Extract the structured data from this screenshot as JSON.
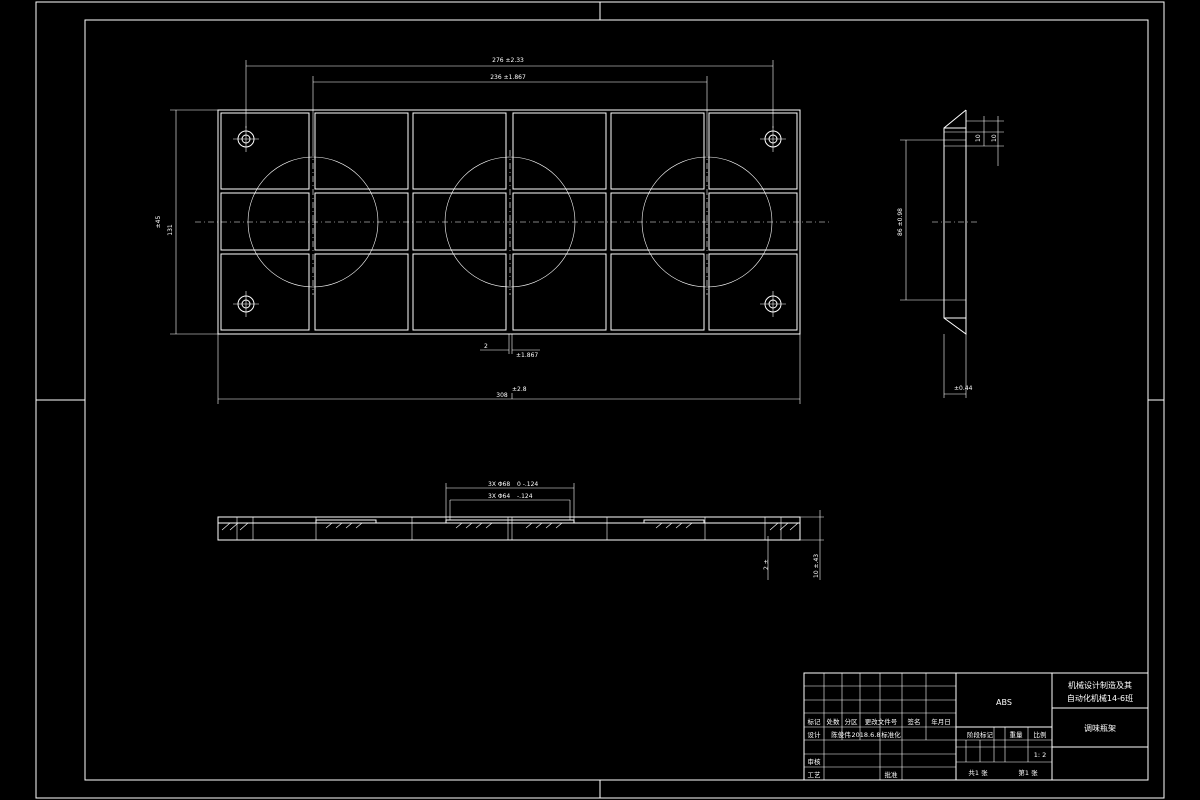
{
  "dims": {
    "top_outer": "276 ±2.33",
    "top_inner": "236 ±1.867",
    "height_left_a": "±45",
    "height_left_b": "131",
    "bottom_width": "308",
    "bottom_tol": "±2.8",
    "rib": "2",
    "rib_tol": "±1.867",
    "side_height": "86 ±0.98",
    "side_top_a": "10",
    "side_top_b": "10",
    "side_bottom": "±0.44",
    "holes_outer": "3X Φ68",
    "holes_outer_tol": "0\n-.124",
    "holes_inner": "3X Φ64",
    "holes_inner_tol": "-.124",
    "front_left": "2 ±",
    "front_right": "10 ±.43"
  },
  "title_block": {
    "material": "ABS",
    "school_line1": "机械设计制造及其",
    "school_line2": "自动化机械14-6班",
    "part_name": "调味瓶架",
    "hdr_mark": "标记",
    "hdr_count": "处数",
    "hdr_zone": "分区",
    "hdr_docno": "更改文件号",
    "hdr_sign": "签名",
    "hdr_date": "年月日",
    "lbl_design": "设计",
    "designer": "陈俊伟",
    "design_date": "2018.6.8",
    "lbl_standard": "标准化",
    "lbl_stage": "阶段标记",
    "lbl_weight": "重量",
    "lbl_scale": "比例",
    "scale": "1: 2",
    "lbl_review": "审核",
    "lbl_process": "工艺",
    "lbl_approve": "批准",
    "sheets_total": "共1 张",
    "sheet_no": "第1 张"
  }
}
